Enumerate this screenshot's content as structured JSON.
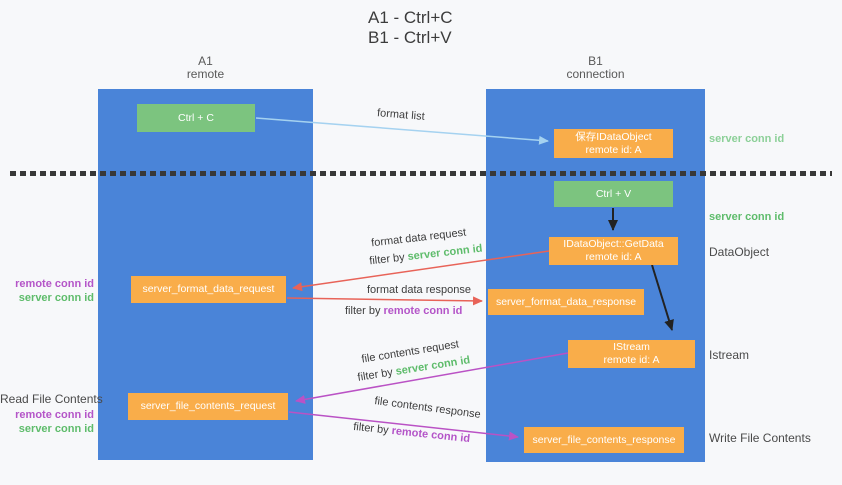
{
  "title": {
    "line1": "A1 - Ctrl+C",
    "line2": "B1 - Ctrl+V"
  },
  "lanes": {
    "a1": {
      "title": "A1",
      "subtitle": "remote"
    },
    "b1": {
      "title": "B1",
      "subtitle": "connection"
    }
  },
  "nodes": {
    "ctrl_c": {
      "label": "Ctrl + C"
    },
    "save_idataobject": {
      "line1": "保存IDataObject",
      "line2": "remote id: A"
    },
    "ctrl_v": {
      "label": "Ctrl + V"
    },
    "getdata": {
      "line1": "IDataObject::GetData",
      "line2": "remote id: A"
    },
    "server_format_data_request": {
      "label": "server_format_data_request"
    },
    "server_format_data_response": {
      "label": "server_format_data_response"
    },
    "istream": {
      "line1": "IStream",
      "line2": "remote id: A"
    },
    "server_file_contents_request": {
      "label": "server_file_contents_request"
    },
    "server_file_contents_response": {
      "label": "server_file_contents_response"
    }
  },
  "arrow_labels": {
    "format_list": "format list",
    "format_data_request": "format data request",
    "format_data_response": "format data response",
    "file_contents_request": "file contents request",
    "file_contents_response": "file contents response",
    "filter_by": "filter by ",
    "server_conn_id": "server conn id",
    "remote_conn_id": "remote conn id"
  },
  "side_labels": {
    "right_server_conn_id_top": "server conn id",
    "right_server_conn_id_mid": "server conn id",
    "right_dataobject": "DataObject",
    "right_istream": "Istream",
    "right_write_file_contents": "Write File Contents",
    "left_remote_conn_id_top": "remote conn id",
    "left_server_conn_id_top": "server conn id",
    "left_read_file_contents": "Read File Contents",
    "left_remote_conn_id_bottom": "remote conn id",
    "left_server_conn_id_bottom": "server conn id"
  },
  "colors": {
    "lane_blue": "#4a84d8",
    "node_green": "#7cc47f",
    "node_orange": "#f9ad4a",
    "arrow_light_blue": "#a5d2f0",
    "arrow_red": "#e86358",
    "arrow_magenta": "#ba52c5",
    "arrow_black": "#222222",
    "label_green": "#5ebc6b",
    "label_purple": "#b455c8",
    "divider_dark": "#383838"
  }
}
